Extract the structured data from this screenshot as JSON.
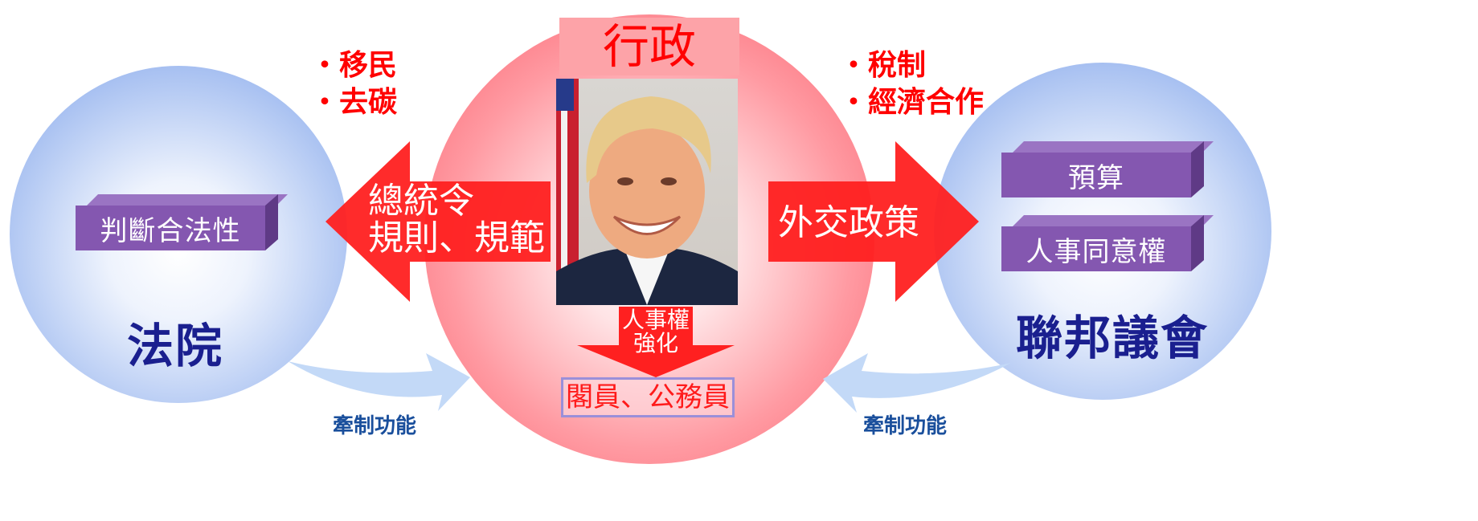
{
  "center": {
    "title": "行政",
    "photo_alt": "portrait",
    "down_arrow_text_1": "人事權",
    "down_arrow_text_2": "強化",
    "bottom_box": "閣員、公務員"
  },
  "left": {
    "circle_title": "法院",
    "box_label": "判斷合法性",
    "arrow_text_1": "總統令",
    "arrow_text_2": "規則、規範",
    "bullets": [
      "・移民",
      "・去碳"
    ],
    "check_caption": "牽制功能"
  },
  "right": {
    "circle_title": "聯邦議會",
    "box_labels": [
      "預算",
      "人事同意權"
    ],
    "arrow_text": "外交政策",
    "bullets": [
      "・稅制",
      "・經濟合作"
    ],
    "check_caption": "牽制功能"
  },
  "colors": {
    "red_arrow": "#ff2020",
    "navy": "#1a1f8f",
    "purple_box": "#8457b0",
    "caption_blue": "#1a4f9c",
    "light_blue_arrow": "#c3d9f7"
  }
}
